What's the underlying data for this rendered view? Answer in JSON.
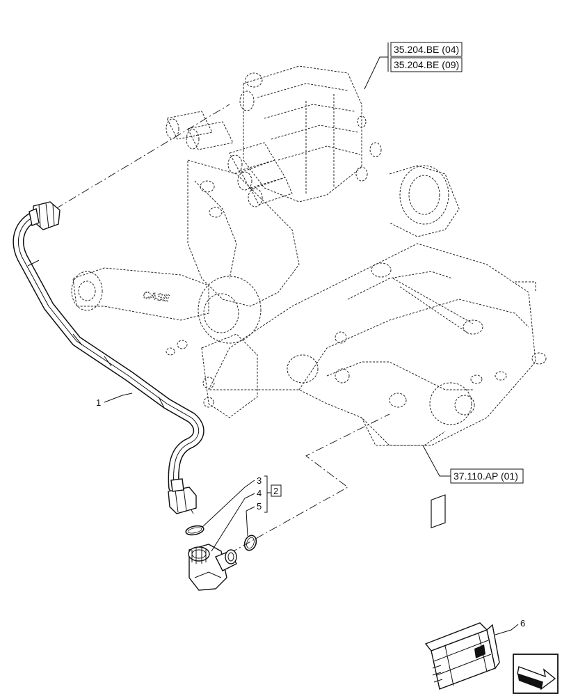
{
  "references": {
    "ref_35_204_be_04": "35.204.BE (04)",
    "ref_35_204_be_09": "35.204.BE (09)",
    "ref_37_110_ap_01": "37.110.AP (01)"
  },
  "callouts": {
    "item_1": "1",
    "item_2": "2",
    "item_3": "3",
    "item_4": "4",
    "item_5": "5",
    "item_6": "6"
  },
  "casting_logo": "CASE"
}
